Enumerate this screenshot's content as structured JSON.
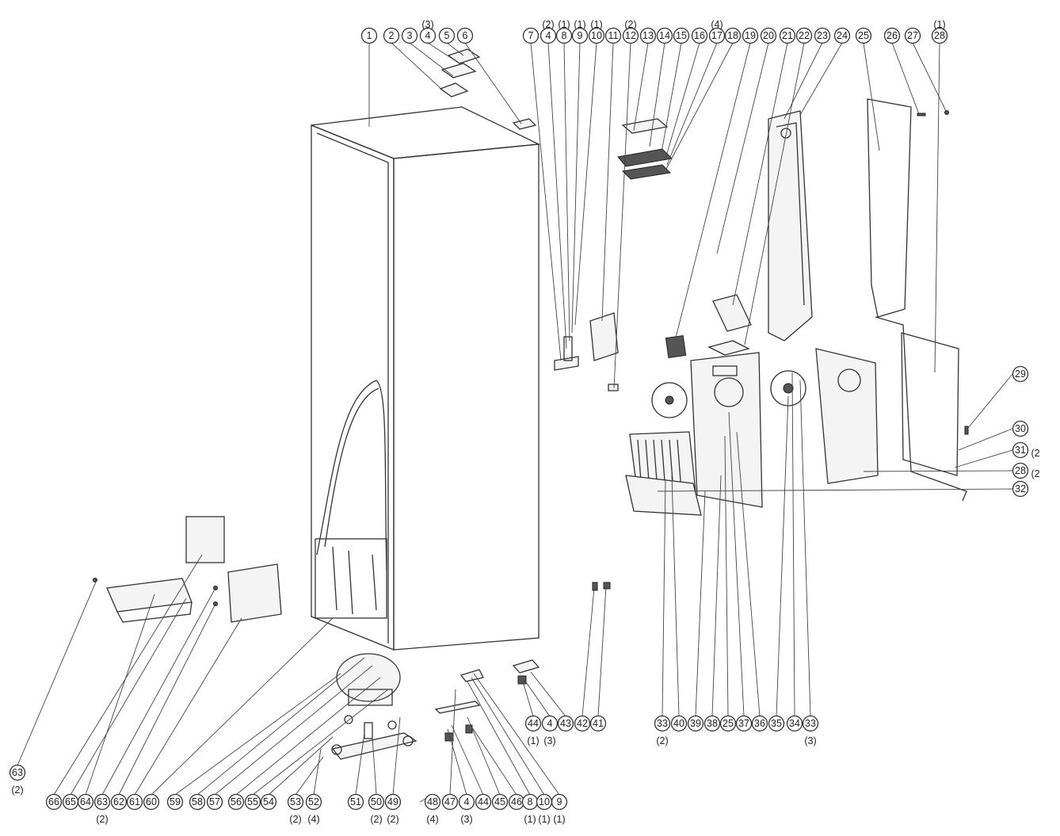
{
  "diagram": {
    "callouts": [
      {
        "label": "1",
        "qty": ""
      },
      {
        "label": "2",
        "qty": ""
      },
      {
        "label": "3",
        "qty": ""
      },
      {
        "label": "4",
        "qty": "(3)"
      },
      {
        "label": "5",
        "qty": ""
      },
      {
        "label": "6",
        "qty": ""
      },
      {
        "label": "7",
        "qty": ""
      },
      {
        "label": "4",
        "qty": "(2)"
      },
      {
        "label": "8",
        "qty": "(1)"
      },
      {
        "label": "9",
        "qty": "(1)"
      },
      {
        "label": "10",
        "qty": "(1)"
      },
      {
        "label": "11",
        "qty": ""
      },
      {
        "label": "12",
        "qty": "(2)"
      },
      {
        "label": "13",
        "qty": ""
      },
      {
        "label": "14",
        "qty": ""
      },
      {
        "label": "15",
        "qty": ""
      },
      {
        "label": "16",
        "qty": ""
      },
      {
        "label": "17",
        "qty": "(4)"
      },
      {
        "label": "18",
        "qty": ""
      },
      {
        "label": "19",
        "qty": ""
      },
      {
        "label": "20",
        "qty": ""
      },
      {
        "label": "21",
        "qty": ""
      },
      {
        "label": "22",
        "qty": ""
      },
      {
        "label": "23",
        "qty": ""
      },
      {
        "label": "24",
        "qty": ""
      },
      {
        "label": "25",
        "qty": ""
      },
      {
        "label": "26",
        "qty": ""
      },
      {
        "label": "27",
        "qty": ""
      },
      {
        "label": "28",
        "qty": "(1)"
      },
      {
        "label": "29",
        "qty": ""
      },
      {
        "label": "30",
        "qty": ""
      },
      {
        "label": "31",
        "qty": "(2"
      },
      {
        "label": "28",
        "qty": "(2"
      },
      {
        "label": "32",
        "qty": ""
      },
      {
        "label": "33",
        "qty": "(2)"
      },
      {
        "label": "40",
        "qty": ""
      },
      {
        "label": "39",
        "qty": ""
      },
      {
        "label": "38",
        "qty": ""
      },
      {
        "label": "25",
        "qty": ""
      },
      {
        "label": "37",
        "qty": ""
      },
      {
        "label": "36",
        "qty": ""
      },
      {
        "label": "35",
        "qty": ""
      },
      {
        "label": "34",
        "qty": ""
      },
      {
        "label": "33",
        "qty": "(3)"
      },
      {
        "label": "44",
        "qty": "(1)"
      },
      {
        "label": "4",
        "qty": "(3)"
      },
      {
        "label": "43",
        "qty": ""
      },
      {
        "label": "42",
        "qty": ""
      },
      {
        "label": "41",
        "qty": ""
      },
      {
        "label": "63",
        "qty": "(2)"
      },
      {
        "label": "66",
        "qty": ""
      },
      {
        "label": "65",
        "qty": ""
      },
      {
        "label": "64",
        "qty": ""
      },
      {
        "label": "63",
        "qty": "(2)"
      },
      {
        "label": "62",
        "qty": ""
      },
      {
        "label": "61",
        "qty": ""
      },
      {
        "label": "60",
        "qty": ""
      },
      {
        "label": "59",
        "qty": ""
      },
      {
        "label": "58",
        "qty": ""
      },
      {
        "label": "57",
        "qty": ""
      },
      {
        "label": "56",
        "qty": ""
      },
      {
        "label": "55",
        "qty": ""
      },
      {
        "label": "54",
        "qty": ""
      },
      {
        "label": "53",
        "qty": "(2)"
      },
      {
        "label": "52",
        "qty": "(4)"
      },
      {
        "label": "51",
        "qty": ""
      },
      {
        "label": "50",
        "qty": "(2)"
      },
      {
        "label": "49",
        "qty": "(2)"
      },
      {
        "label": "48",
        "qty": "(4)"
      },
      {
        "label": "47",
        "qty": ""
      },
      {
        "label": "4",
        "qty": "(3)"
      },
      {
        "label": "44",
        "qty": ""
      },
      {
        "label": "45",
        "qty": ""
      },
      {
        "label": "46",
        "qty": ""
      },
      {
        "label": "8",
        "qty": "(1)"
      },
      {
        "label": "10",
        "qty": "(1)"
      },
      {
        "label": "9",
        "qty": "(1)"
      }
    ]
  }
}
